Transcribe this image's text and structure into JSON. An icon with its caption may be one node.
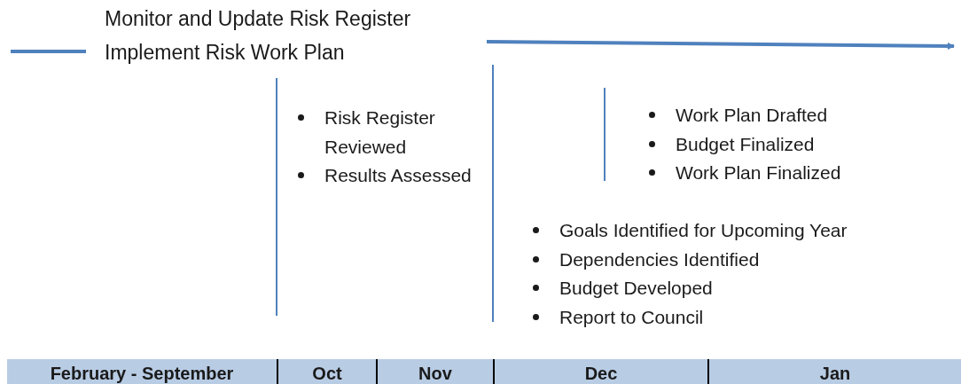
{
  "diagram": {
    "labels": [
      "Monitor and Update Risk Register",
      "Implement Risk Work Plan",
      "Risk Register Reviewed",
      "Results Assessed",
      "Work Plan Drafted",
      "Budget Finalized",
      "Work Plan Finalized",
      "Goals Identified for Upcoming Year",
      "Dependencies Identified",
      "Budget Developed",
      "Report to Council",
      "February - September",
      "Oct",
      "Nov",
      "Dec",
      "Jan"
    ]
  }
}
